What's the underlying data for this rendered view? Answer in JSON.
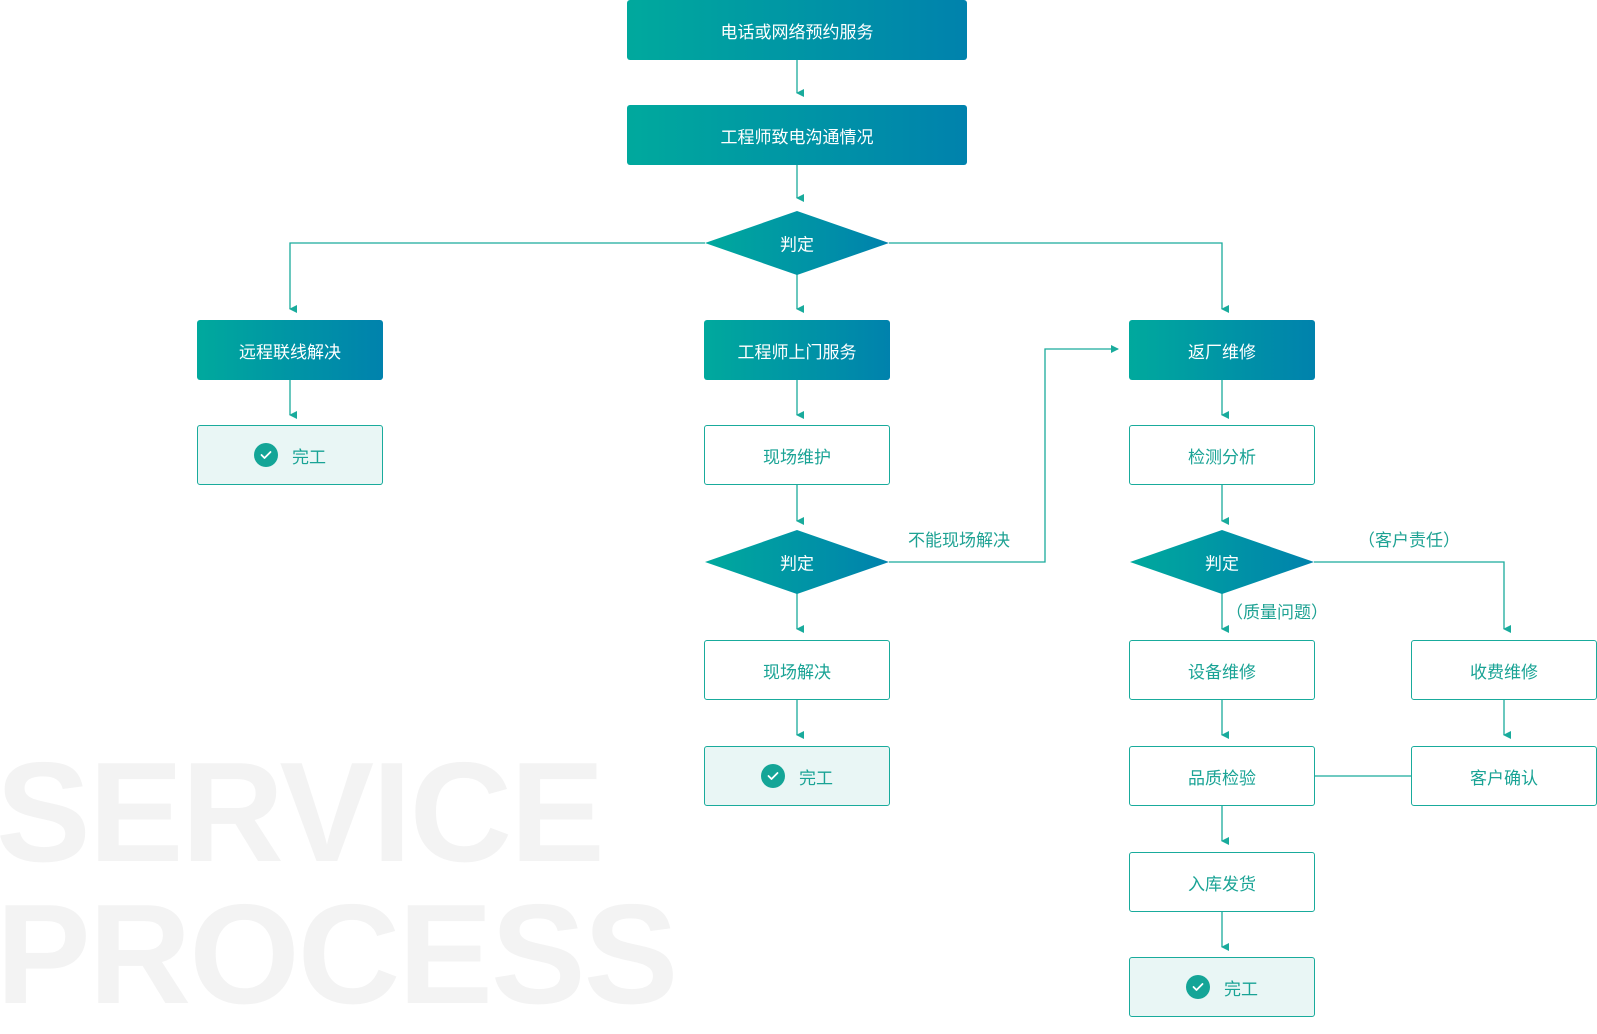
{
  "watermark": {
    "line1": "SERVICE",
    "line2": "PROCESS"
  },
  "nodes": {
    "book_service": "电话或网络预约服务",
    "engineer_call": "工程师致电沟通情况",
    "decide_1": "判定",
    "remote_solve": "远程联线解决",
    "onsite_service": "工程师上门服务",
    "return_repair": "返厂维修",
    "done_remote": "完工",
    "onsite_maintenance": "现场维护",
    "inspection": "检测分析",
    "decide_2": "判定",
    "decide_3": "判定",
    "onsite_solved": "现场解决",
    "device_repair": "设备维修",
    "paid_repair": "收费维修",
    "done_onsite": "完工",
    "quality_check": "品质检验",
    "customer_confirm": "客户确认",
    "warehouse_ship": "入库发货",
    "done_factory": "完工"
  },
  "edge_labels": {
    "cannot_onsite": "不能现场解决",
    "customer_responsibility": "（客户责任）",
    "quality_issue": "（质量问题）"
  },
  "colors": {
    "accent": "#19ab9c",
    "gradient_start": "#00a99d",
    "gradient_end": "#0082ad",
    "done_bg": "#e9f6f5"
  },
  "icons": {
    "done": "check-circle-icon"
  }
}
